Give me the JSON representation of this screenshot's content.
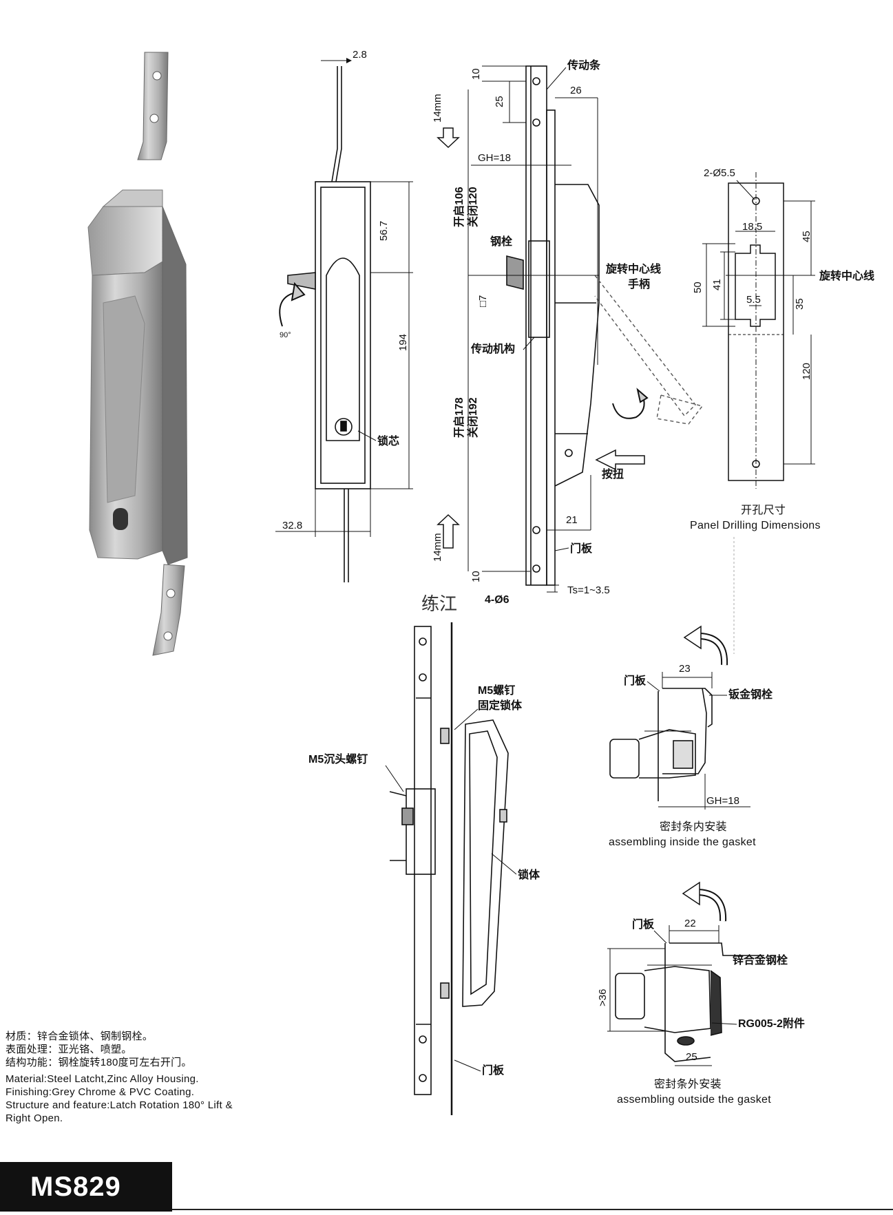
{
  "dims": {
    "d2_8": "2.8",
    "d56_7": "56.7",
    "d194": "194",
    "d32_8": "32.8",
    "d90": "90°",
    "d14a": "14mm",
    "d14b": "14mm",
    "d10a": "10",
    "d10b": "10",
    "d25": "25",
    "d26": "26",
    "gh18": "GH=18",
    "open106": "开启106",
    "close120": "关闭120",
    "open178": "开启178",
    "close192": "关闭192",
    "sq7": "□7",
    "d21": "21",
    "ts": "Ts=1~3.5",
    "holes": "4-Ø6",
    "p2holes": "2-Ø5.5",
    "p18_5": "18.5",
    "p45": "45",
    "p50": "50",
    "p41": "41",
    "p5_5": "5.5",
    "p35": "35",
    "p120": "120",
    "g23": "23",
    "gh18b": "GH=18",
    "g22": "22",
    "g36": ">36",
    "g25": "25"
  },
  "labels": {
    "transmission_bar": "传动条",
    "steel_bolt": "钢栓",
    "rotation_axis": "旋转中心线",
    "handle": "手柄",
    "mechanism": "传动机构",
    "lock_core": "锁芯",
    "button": "按扭",
    "door_panel": "门板",
    "panel_axis": "旋转中心线",
    "watermark": "练江",
    "m5_screw": "M5螺钉",
    "fix_body": "固定锁体",
    "m5_countersunk": "M5沉头螺钉",
    "lock_body": "锁体",
    "door_panel_b": "门板",
    "door_panel_c": "门板",
    "sheet_bolt": "钣金钢栓",
    "door_panel_d": "门板",
    "zinc_bolt": "锌合金钢栓",
    "accessory": "RG005-2附件"
  },
  "captions": {
    "panel_cn": "开孔尺寸",
    "panel_en": "Panel Drilling Dimensions",
    "inside_cn": "密封条内安装",
    "inside_en": "assembling inside the gasket",
    "outside_cn": "密封条外安装",
    "outside_en": "assembling outside the gasket"
  },
  "specs": {
    "material_cn": "材质：锌合金锁体、钢制钢栓。",
    "finish_cn": "表面处理：亚光铬、喷塑。",
    "structure_cn": "结构功能：钢栓旋转180度可左右开门。",
    "material_en": "Material:Steel Latcht,Zinc Alloy Housing.",
    "finish_en": "Finishing:Grey Chrome & PVC Coating.",
    "structure_en_1": "Structure and feature:Latch Rotation 180°  Lift &",
    "structure_en_2": "Right Open."
  },
  "model": "MS829"
}
